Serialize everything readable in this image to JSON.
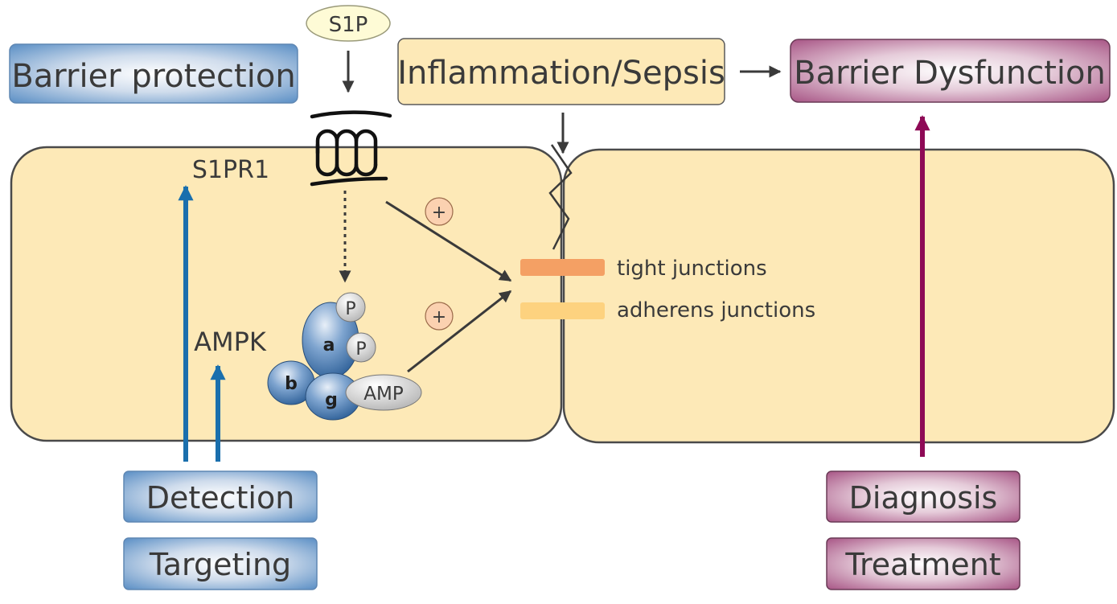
{
  "labels": {
    "s1p": "S1P",
    "barrier_protection": "Barrier protection",
    "inflammation": "Inflammation/Sepsis",
    "barrier_dysfunction": "Barrier Dysfunction",
    "s1pr1": "S1PR1",
    "ampk": "AMPK",
    "tight_junctions": "tight junctions",
    "adherens_junctions": "adherens junctions",
    "plus": "+",
    "detection": "Detection",
    "targeting": "Targeting",
    "diagnosis": "Diagnosis",
    "treatment": "Treatment"
  },
  "ampk_complex": {
    "alpha": "a",
    "beta": "b",
    "gamma": "g",
    "phospho": "P",
    "amp": "AMP"
  },
  "colors": {
    "cell_fill": "#fde9b7",
    "blue_accent": "#1a6fad",
    "magenta_accent": "#8e0a56",
    "tight_junction": "#f4a064",
    "adherens_junction": "#fdd27f"
  }
}
